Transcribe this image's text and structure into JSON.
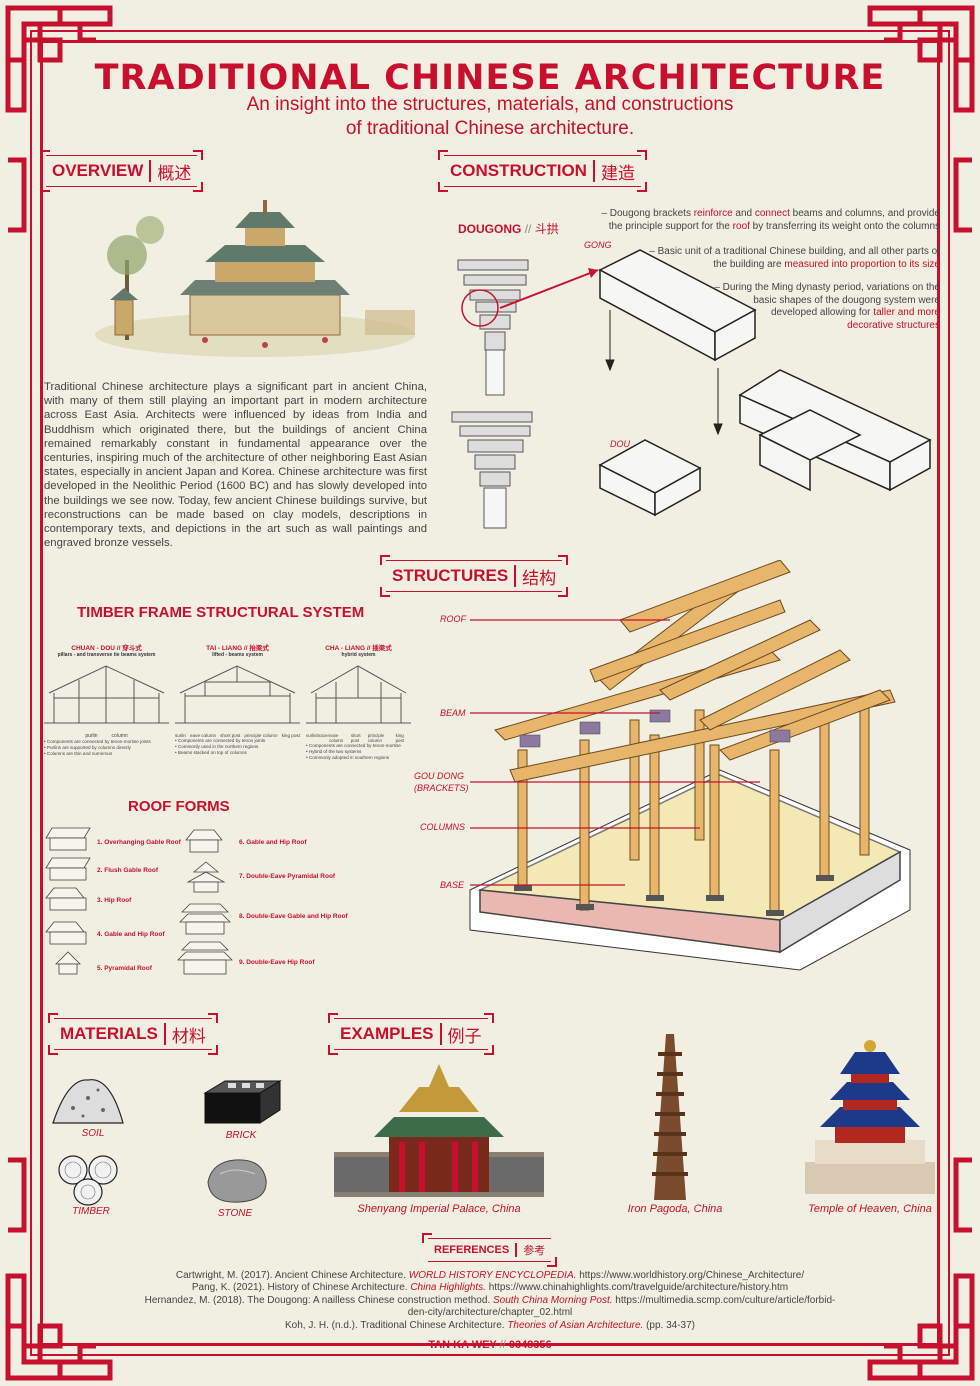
{
  "header": {
    "title": "TRADITIONAL CHINESE ARCHITECTURE",
    "subtitle_line1": "An insight into the structures, materials, and constructions",
    "subtitle_line2": "of traditional Chinese architecture."
  },
  "overview": {
    "heading_en": "OVERVIEW",
    "heading_cn": "概述",
    "body": "Traditional Chinese architecture plays a significant part in ancient China, with many of them still playing an important part in modern architecture across East Asia. Architects were influenced by ideas from India and Buddhism which originated there, but the buildings of ancient China remained remarkably constant in fundamental appearance over the centuries, inspiring much of the architecture of other neighboring East Asian states, especially in ancient Japan and Korea. Chinese architecture was first developed in the Neolithic Period (1600 BC) and has slowly developed into the buildings we see now. Today, few ancient Chinese buildings survive, but reconstructions can be made based on clay models, descriptions in contemporary texts, and depictions in the art such as wall paintings and engraved bronze vessels."
  },
  "construction": {
    "heading_en": "CONSTRUCTION",
    "heading_cn": "建造",
    "dougong_label": "DOUGONG",
    "dougong_sep": "//",
    "dougong_cn": "斗拱",
    "gong_label": "GONG",
    "dou_label": "DOU",
    "note1_a": "– Dougong brackets ",
    "note1_b": "reinforce",
    "note1_c": " and ",
    "note1_d": "connect",
    "note1_e": " beams and columns, and provide",
    "note1_f": "the principle support for the ",
    "note1_g": "roof",
    "note1_h": " by transferring its weight onto the columns",
    "note2_a": "– Basic unit of a traditional Chinese building, and all other parts of",
    "note2_b": "the building are ",
    "note2_c": "measured into proportion to its size",
    "note3_a": "– During the Ming dynasty period, variations on the",
    "note3_b": "basic shapes of the dougong system were",
    "note3_c": "developed allowing for ",
    "note3_d": "taller and more",
    "note3_e": "decorative structures"
  },
  "structures": {
    "heading_en": "STRUCTURES",
    "heading_cn": "结构",
    "timber_title": "TIMBER FRAME STRUCTURAL SYSTEM",
    "systems": [
      {
        "name": "CHUAN - DOU // 穿斗式",
        "desc": "pillars - and transverse tie beams system",
        "legend": [
          "purlin",
          "column"
        ]
      },
      {
        "name": "TAI - LIANG // 抬梁式",
        "desc": "lifted - beams system",
        "legend": [
          "surlin",
          "eave column",
          "short post",
          "principle column",
          "king post"
        ]
      },
      {
        "name": "CHA - LIANG // 插梁式",
        "desc": "hybrid system",
        "legend": [
          "surlin",
          "bracer",
          "eave column",
          "short post",
          "principle column",
          "king post"
        ]
      }
    ],
    "roof_forms_title": "ROOF FORMS",
    "roofs": [
      "1. Overhanging Gable Roof",
      "2. Flush Gable Roof",
      "3. Hip Roof",
      "4. Gable and Hip Roof",
      "5. Pyramidal Roof",
      "6. Gable and Hip Roof",
      "7. Double-Eave Pyramidal Roof",
      "8. Double-Eave Gable and Hip Roof",
      "9. Double-Eave Hip Roof"
    ],
    "parts": [
      "ROOF",
      "BEAM",
      "GOU DONG",
      "(BRACKETS)",
      "COLUMNS",
      "BASE"
    ]
  },
  "materials": {
    "heading_en": "MATERIALS",
    "heading_cn": "材料",
    "items": [
      "SOIL",
      "BRICK",
      "TIMBER",
      "STONE"
    ]
  },
  "examples": {
    "heading_en": "EXAMPLES",
    "heading_cn": "例子",
    "items": [
      "Shenyang Imperial Palace, China",
      "Iron Pagoda, China",
      "Temple of Heaven, China"
    ]
  },
  "references": {
    "heading_en": "REFERENCES",
    "heading_cn": "参考",
    "r1_a": "Cartwright, M. (2017). Ancient Chinese Architecture. ",
    "r1_b": "WORLD HISTORY ENCYCLOPEDIA.",
    "r1_c": " https://www.worldhistory.org/Chinese_Architecture/",
    "r2_a": "Pang, K. (2021). History of Chinese Architecture. ",
    "r2_b": "China Highlights.",
    "r2_c": " https://www.chinahighlights.com/travelguide/architecture/history.htm",
    "r3_a": "Hernandez, M. (2018). The Dougong: A nailless Chinese construction method. ",
    "r3_b": "South China Morning Post.",
    "r3_c": " https://multimedia.scmp.com/culture/article/forbid-",
    "r3_d": "den-city/architecture/chapter_02.html",
    "r4_a": "Koh, J. H. (n.d.). Traditional Chinese Architecture. ",
    "r4_b": "Theories of Asian Architecture.",
    "r4_c": " (pp. 34-37)"
  },
  "author": {
    "name": "TAN KA WEY",
    "sep": "//",
    "id": "0348356"
  },
  "colors": {
    "accent": "#c8102e",
    "background": "#f1efe2",
    "timber": "#e8b66a"
  }
}
